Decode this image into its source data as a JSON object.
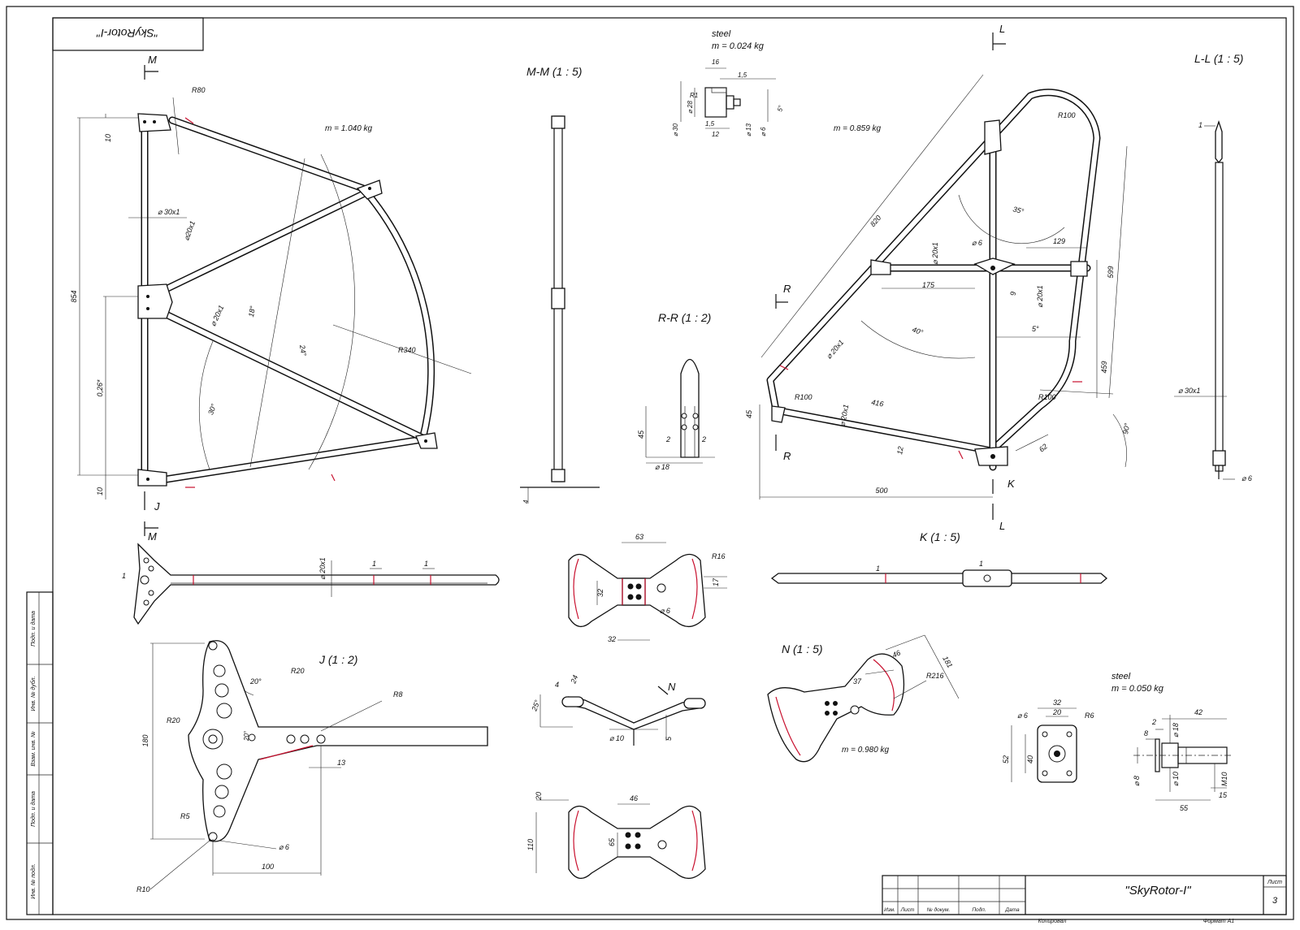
{
  "drawing": {
    "stamp_text": "\"SkyRotor-I\"",
    "title": "\"SkyRotor-I\"",
    "sheet_label": "Лист",
    "sheet_number": "3",
    "copied": "Копировал",
    "format": "Формат А1",
    "title_columns": [
      "Изм.",
      "Лист",
      "№ докум.",
      "Подп.",
      "Дата"
    ],
    "side_columns": [
      "Инв. № подл.",
      "Подп. и дата",
      "Взам. инв. №",
      "Инв. № дубл.",
      "Подп. и дата"
    ]
  },
  "masses": {
    "main_frame": "m = 1.040 kg",
    "second_frame": "m = 0.859 kg",
    "assembly_n": "m = 0.980 kg",
    "hub_top": "m = 0.024 kg",
    "hub_bottom": "m = 0.050 kg",
    "material": "steel"
  },
  "sections": {
    "m_m": "M-M (1 : 5)",
    "l_l": "L-L (1 : 5)",
    "r_r": "R-R (1 : 2)",
    "k": "K (1 : 5)",
    "j": "J (1 : 2)",
    "n": "N (1 : 5)"
  },
  "markers": {
    "m": "M",
    "l": "L",
    "r": "R",
    "k": "K",
    "j": "J",
    "n": "N"
  },
  "dims": {
    "d_10a": "10",
    "d_854": "854",
    "d_10b": "10",
    "d_026": "0,26*",
    "d_r80": "R80",
    "d_30x1": "⌀ 30x1",
    "d_20x1a": "⌀20x1",
    "d_20x1b": "⌀ 20x1",
    "d_18deg": "18°",
    "d_24deg": "24°",
    "d_r340": "R340",
    "d_30deg": "30°",
    "d_4": "4",
    "h_16": "16",
    "h_15a": "1,5",
    "h_r1": "R1",
    "h_28": "⌀ 28",
    "h_30": "⌀ 30",
    "h_15b": "1,5",
    "h_12": "12",
    "h_13": "⌀ 13",
    "h_6": "⌀ 6",
    "h_5deg": "5°",
    "f_820": "820",
    "f_r100a": "R100",
    "f_35deg": "35°",
    "f_6": "⌀ 6",
    "f_20x1a": "⌀ 20x1",
    "f_129": "129",
    "f_599": "599",
    "f_175": "175",
    "f_9": "9",
    "f_20x1b": "⌀ 20x1",
    "f_40deg": "40°",
    "f_5deg": "5°",
    "f_20x1c": "⌀ 20x1",
    "f_459": "459",
    "f_r100b": "R100",
    "f_45": "45",
    "f_r100c": "R100",
    "f_416": "416",
    "f_20x1d": "⌀ 20x1",
    "f_12": "12",
    "f_62": "62",
    "f_90deg": "90°",
    "f_500": "500",
    "l_1": "1",
    "l_30x1": "⌀ 30x1",
    "l_6": "⌀ 6",
    "r_45": "45",
    "r_2a": "2",
    "r_2b": "2",
    "r_18": "⌀ 18",
    "j_1": "1",
    "j_20x1": "⌀ 20x1",
    "j_1b": "1",
    "j_1c": "1",
    "j_180": "180",
    "j_r20a": "R20",
    "j_20deg": "20°",
    "j_r20b": "R20",
    "j_r8": "R8",
    "j_20deg_b": "20°",
    "j_13": "13",
    "j_r5": "R5",
    "j_6": "⌀ 6",
    "j_r10": "R10",
    "j_100": "100",
    "w_63": "63",
    "w_r16": "R16",
    "w_17": "17",
    "w_32a": "32",
    "w_6": "⌀ 6",
    "w_32b": "32",
    "s_4": "4",
    "s_24": "24",
    "s_25deg": "25°",
    "s_10": "⌀ 10",
    "s_5": "5",
    "b_20": "20",
    "b_46": "46",
    "b_110": "110",
    "b_65": "65",
    "n_46": "46",
    "n_37": "37",
    "n_r216": "R216",
    "n_181": "181",
    "k_1a": "1",
    "k_1b": "1",
    "p_32": "32",
    "p_20": "20",
    "p_6": "⌀ 6",
    "p_r6": "R6",
    "p_52": "52",
    "p_40": "40",
    "q_42": "42",
    "q_2": "2",
    "q_8": "8",
    "q_18": "⌀ 18",
    "q_d8": "⌀ 8",
    "q_10": "⌀ 10",
    "q_m10": "M10",
    "q_55": "55",
    "q_15": "15"
  }
}
